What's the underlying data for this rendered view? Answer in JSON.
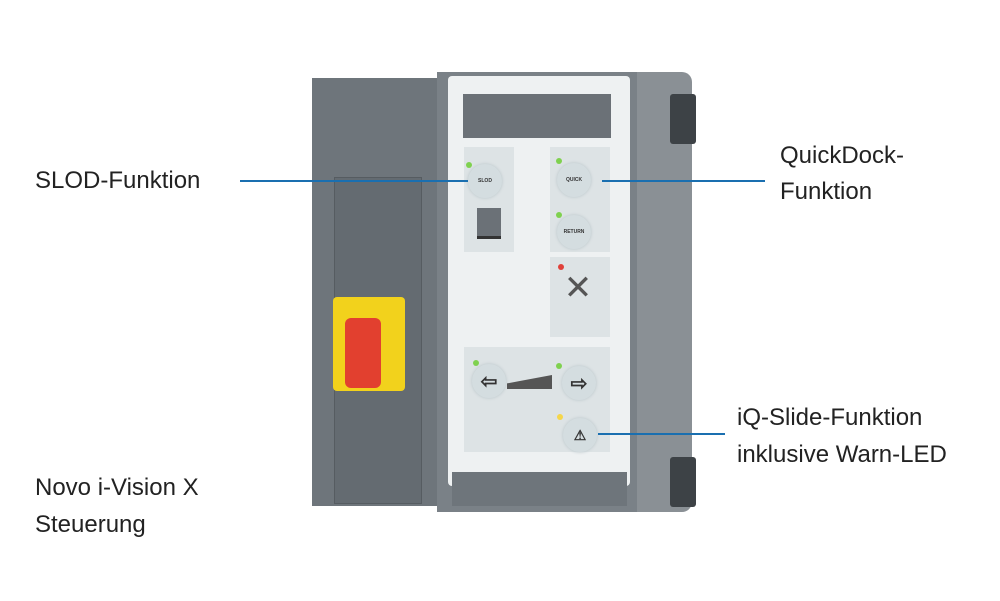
{
  "labels": {
    "slod": "SLOD-Funktion",
    "quickdock_1": "QuickDock-",
    "quickdock_2": "Funktion",
    "iqslide_1": "iQ-Slide-Funktion",
    "iqslide_2": "inklusive Warn-LED",
    "product_1": "Novo i-Vision X",
    "product_2": "Steuerung"
  },
  "buttons": {
    "slod": "SLOD",
    "quick": "QUICK",
    "return": "RETURN"
  },
  "colors": {
    "callout_line": "#1a6fb0",
    "led_green": "#7fd14f",
    "led_red": "#e0413a",
    "led_yellow": "#f5d64a",
    "switch_yellow": "#f2d21c",
    "switch_red": "#e2402f"
  }
}
